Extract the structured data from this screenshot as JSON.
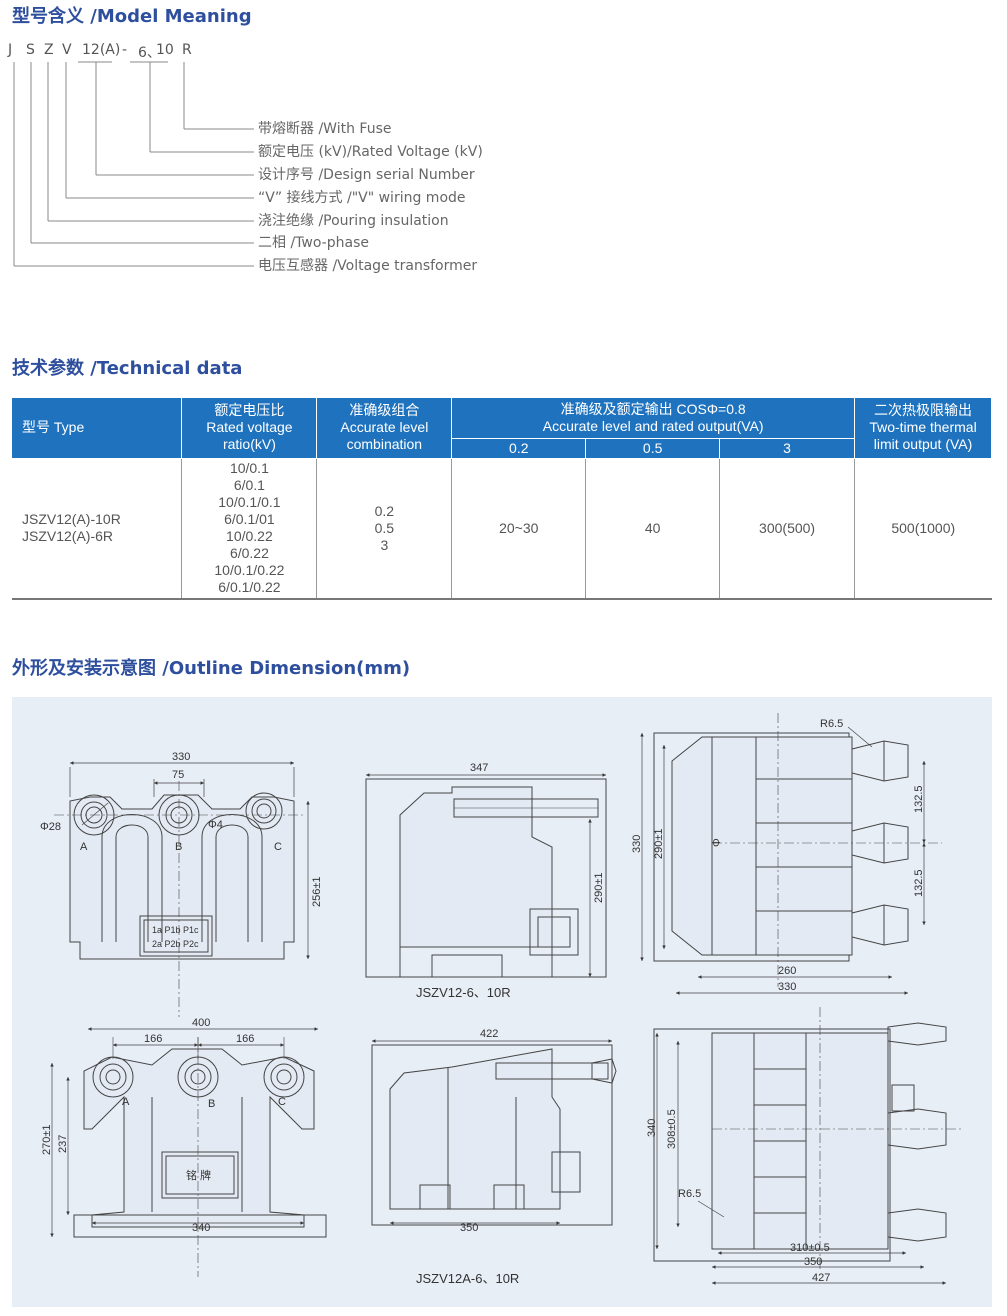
{
  "sections": {
    "model_meaning": "型号含义 /Model Meaning",
    "technical_data": "技术参数 /Technical data",
    "outline": "外形及安装示意图 /Outline Dimension(mm)"
  },
  "model": {
    "code_parts": [
      "J",
      "S",
      "Z",
      "V",
      "12(A)",
      "-",
      "6、",
      "10",
      "R"
    ],
    "items": [
      "带熔断器 /With Fuse",
      "额定电压 (kV)/Rated Voltage (kV)",
      "设计序号 /Design serial Number",
      "“V” 接线方式 /\"V\" wiring mode",
      "浇注绝缘 /Pouring insulation",
      "二相 /Two-phase",
      "电压互感器 /Voltage transformer"
    ]
  },
  "table": {
    "headers": {
      "type": "型号 Type",
      "ratio": [
        "额定电压比",
        "Rated voltage",
        "ratio(kV)"
      ],
      "accurate": [
        "准确级组合",
        "Accurate level",
        "combination"
      ],
      "output": [
        "准确级及额定输出 COSΦ=0.8",
        "Accurate level and rated output(VA)"
      ],
      "output_cols": [
        "0.2",
        "0.5",
        "3"
      ],
      "thermal": [
        "二次热极限输出",
        "Two-time thermal",
        "limit output (VA)"
      ]
    },
    "row": {
      "types": [
        "JSZV12(A)-10R",
        "JSZV12(A)-6R"
      ],
      "ratios": [
        "10/0.1",
        "6/0.1",
        "10/0.1/0.1",
        "6/0.1/01",
        "10/0.22",
        "6/0.22",
        "10/0.1/0.22",
        "6/0.1/0.22"
      ],
      "levels": [
        "0.2",
        "0.5",
        "3"
      ],
      "out_02": "20~30",
      "out_05": "40",
      "out_3": "300(500)",
      "thermal": "500(1000)"
    }
  },
  "drawings": {
    "d1": {
      "w": "330",
      "pitch": "75",
      "hole": "Φ28",
      "slot": "Φ4",
      "h": "256±1",
      "labels": [
        "A",
        "B",
        "C"
      ],
      "plate": [
        "1a P1b P1c",
        "2a P2b P2c"
      ]
    },
    "d2": {
      "w": "347",
      "h": "290±1",
      "caption": "JSZV12-6、10R"
    },
    "d3": {
      "r": "R6.5",
      "h": "330",
      "h2": "290±1",
      "p1": "132.5",
      "p2": "132.5",
      "w1": "260",
      "w2": "330",
      "phi": "Φ"
    },
    "d4": {
      "w": "400",
      "p1": "166",
      "p2": "166",
      "h1": "270±1",
      "h2": "237",
      "w2": "340",
      "labels": [
        "A",
        "B",
        "C"
      ],
      "plate": "铭 牌"
    },
    "d5": {
      "w": "422",
      "w2": "350",
      "caption": "JSZV12A-6、10R"
    },
    "d6": {
      "r": "R6.5",
      "h": "340",
      "h2": "308±0.5",
      "w1": "310±0.5",
      "w2": "350",
      "w3": "427"
    }
  }
}
